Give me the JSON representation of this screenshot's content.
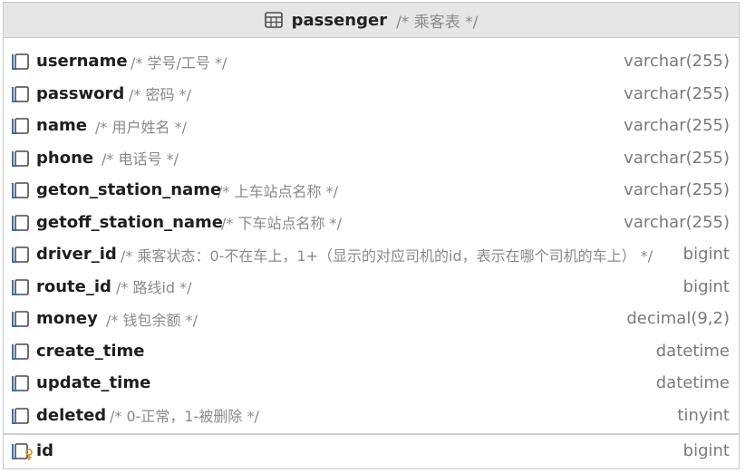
{
  "table": {
    "name": "passenger",
    "comment": "/* 乘客表 */"
  },
  "columns": [
    {
      "name": "username",
      "comment": "/* 学号/工号 */",
      "type": "varchar(255)"
    },
    {
      "name": "password",
      "comment": "/* 密码 */",
      "type": "varchar(255)"
    },
    {
      "name": "name",
      "comment": "/* 用户姓名 */",
      "type": "varchar(255)"
    },
    {
      "name": "phone",
      "comment": "/* 电话号 */",
      "type": "varchar(255)"
    },
    {
      "name": "geton_station_name",
      "comment": "/* 上车站点名称 */",
      "type": "varchar(255)"
    },
    {
      "name": "getoff_station_name",
      "comment": "/* 下车站点名称 */",
      "type": "varchar(255)"
    },
    {
      "name": "driver_id",
      "comment": "/* 乘客状态：0-不在车上，1+（显示的对应司机的id，表示在哪个司机的车上） */",
      "type": "bigint"
    },
    {
      "name": "route_id",
      "comment": "/* 路线id */",
      "type": "bigint"
    },
    {
      "name": "money",
      "comment": "/* 钱包余额 */",
      "type": "decimal(9,2)"
    },
    {
      "name": "create_time",
      "comment": "",
      "type": "datetime"
    },
    {
      "name": "update_time",
      "comment": "",
      "type": "datetime"
    },
    {
      "name": "deleted",
      "comment": "/* 0-正常，1-被删除 */",
      "type": "tinyint"
    }
  ],
  "primary_key": {
    "name": "id",
    "comment": "",
    "type": "bigint"
  },
  "icons": {
    "table": "table-icon",
    "column": "column-icon",
    "primary_key": "primary-key-column-icon"
  },
  "colors": {
    "icon_blue": "#3b6ea8",
    "key_orange": "#d98a1e"
  }
}
